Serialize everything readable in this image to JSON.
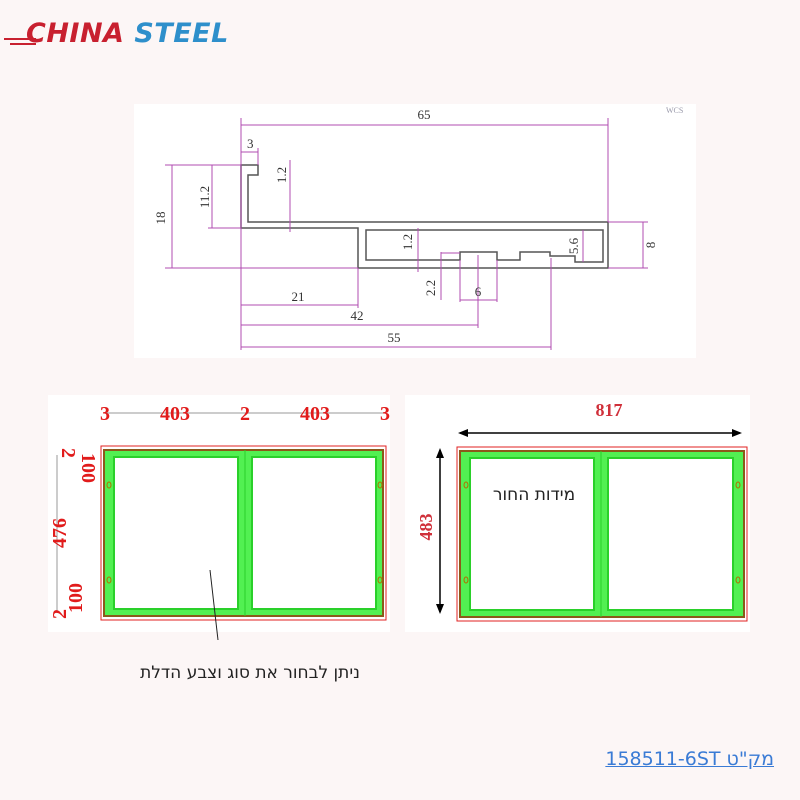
{
  "logo": {
    "part1": "CHINA",
    "part2": "STEEL",
    "colors": {
      "china": "#c8202f",
      "steel": "#2e8fcb"
    }
  },
  "profile_drawing": {
    "watermark": "WCS",
    "dimensions": [
      "65",
      "3",
      "1.2",
      "11.2",
      "18",
      "1.2",
      "5.6",
      "8",
      "2.2",
      "6",
      "21",
      "42",
      "55"
    ]
  },
  "door_drawing_left": {
    "top_dims": [
      "3",
      "403",
      "2",
      "403",
      "3"
    ],
    "side_dims": [
      "2",
      "100",
      "476",
      "100",
      "2"
    ],
    "note": "ניתן לבחור  את סוג וצבע הדלת"
  },
  "door_drawing_right": {
    "width": "817",
    "height": "483",
    "label": "מידות החור"
  },
  "sku": "מק\"ט 158511-6ST",
  "colors": {
    "frame_green": "#52f052",
    "frame_red": "#e02020",
    "frame_brown": "#8b5a1a",
    "dimension_line": "#b04cb0"
  }
}
